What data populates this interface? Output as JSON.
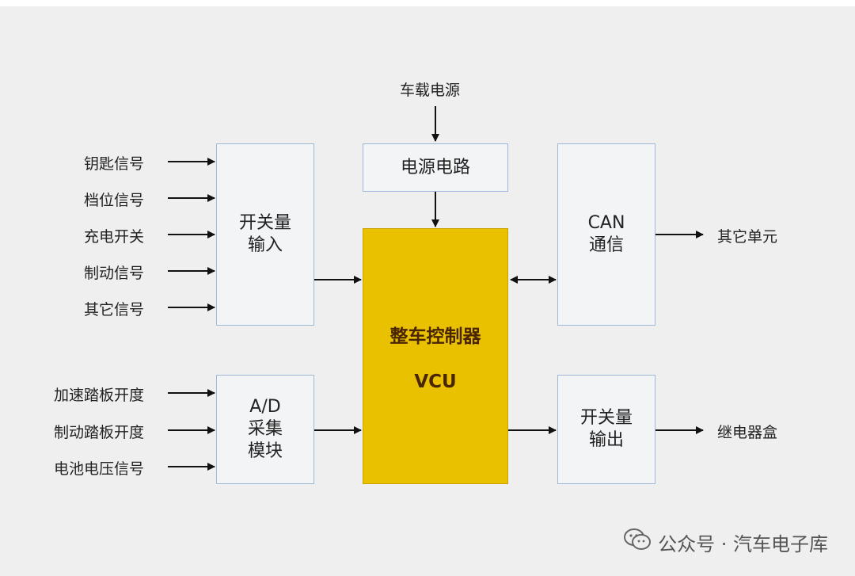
{
  "diagram": {
    "power_source_label": "车载电源",
    "power_circuit": "电源电路",
    "switch_input": {
      "line1": "开关量",
      "line2": "输入"
    },
    "ad_module": {
      "line1": "A/D",
      "line2": "采集",
      "line3": "模块"
    },
    "vcu": {
      "line1": "整车控制器",
      "line2": "VCU"
    },
    "can": {
      "line1": "CAN",
      "line2": "通信"
    },
    "switch_output": {
      "line1": "开关量",
      "line2": "输出"
    },
    "switch_inputs": [
      "钥匙信号",
      "档位信号",
      "充电开关",
      "制动信号",
      "其它信号"
    ],
    "ad_inputs": [
      "加速踏板开度",
      "制动踏板开度",
      "电池电压信号"
    ],
    "can_output": "其它单元",
    "switch_output_target": "继电器盒"
  },
  "watermark": {
    "text": "公众号 · 汽车电子库",
    "icon": "wechat-icon"
  },
  "colors": {
    "vcu_fill": "#eac100",
    "box_border": "#9fb8d6",
    "background": "#efefef"
  }
}
